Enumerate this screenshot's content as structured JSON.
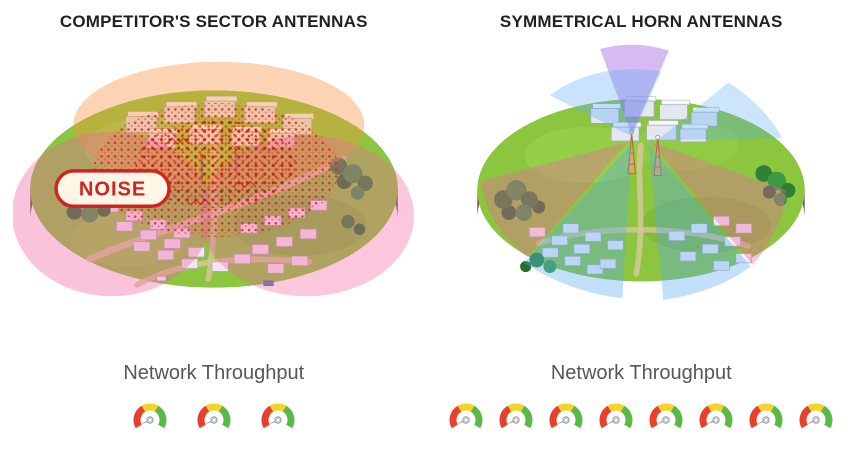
{
  "panels": [
    {
      "title": "COMPETITOR'S SECTOR ANTENNAS",
      "noise_label": "NOISE",
      "throughput_label": "Network Throughput",
      "gauge_count": 3
    },
    {
      "title": "SYMMETRICAL HORN ANTENNAS",
      "throughput_label": "Network Throughput",
      "gauge_count": 8
    }
  ],
  "colors": {
    "title_text": "#231f20",
    "throughput_text": "#56575c",
    "noise_red": "#d0241f",
    "noise_badge_fill": "#fdf6e7",
    "gauge_red": "#e8402a",
    "gauge_yellow": "#f5d327",
    "gauge_green": "#5cb947",
    "island_grass": "#8cc63e",
    "island_soil": "#7d6551",
    "beam_pink": "#f064a0",
    "beam_blue": "#5aaaf5",
    "beam_purple": "#9e5ee0",
    "beam_orange": "#f79440"
  }
}
